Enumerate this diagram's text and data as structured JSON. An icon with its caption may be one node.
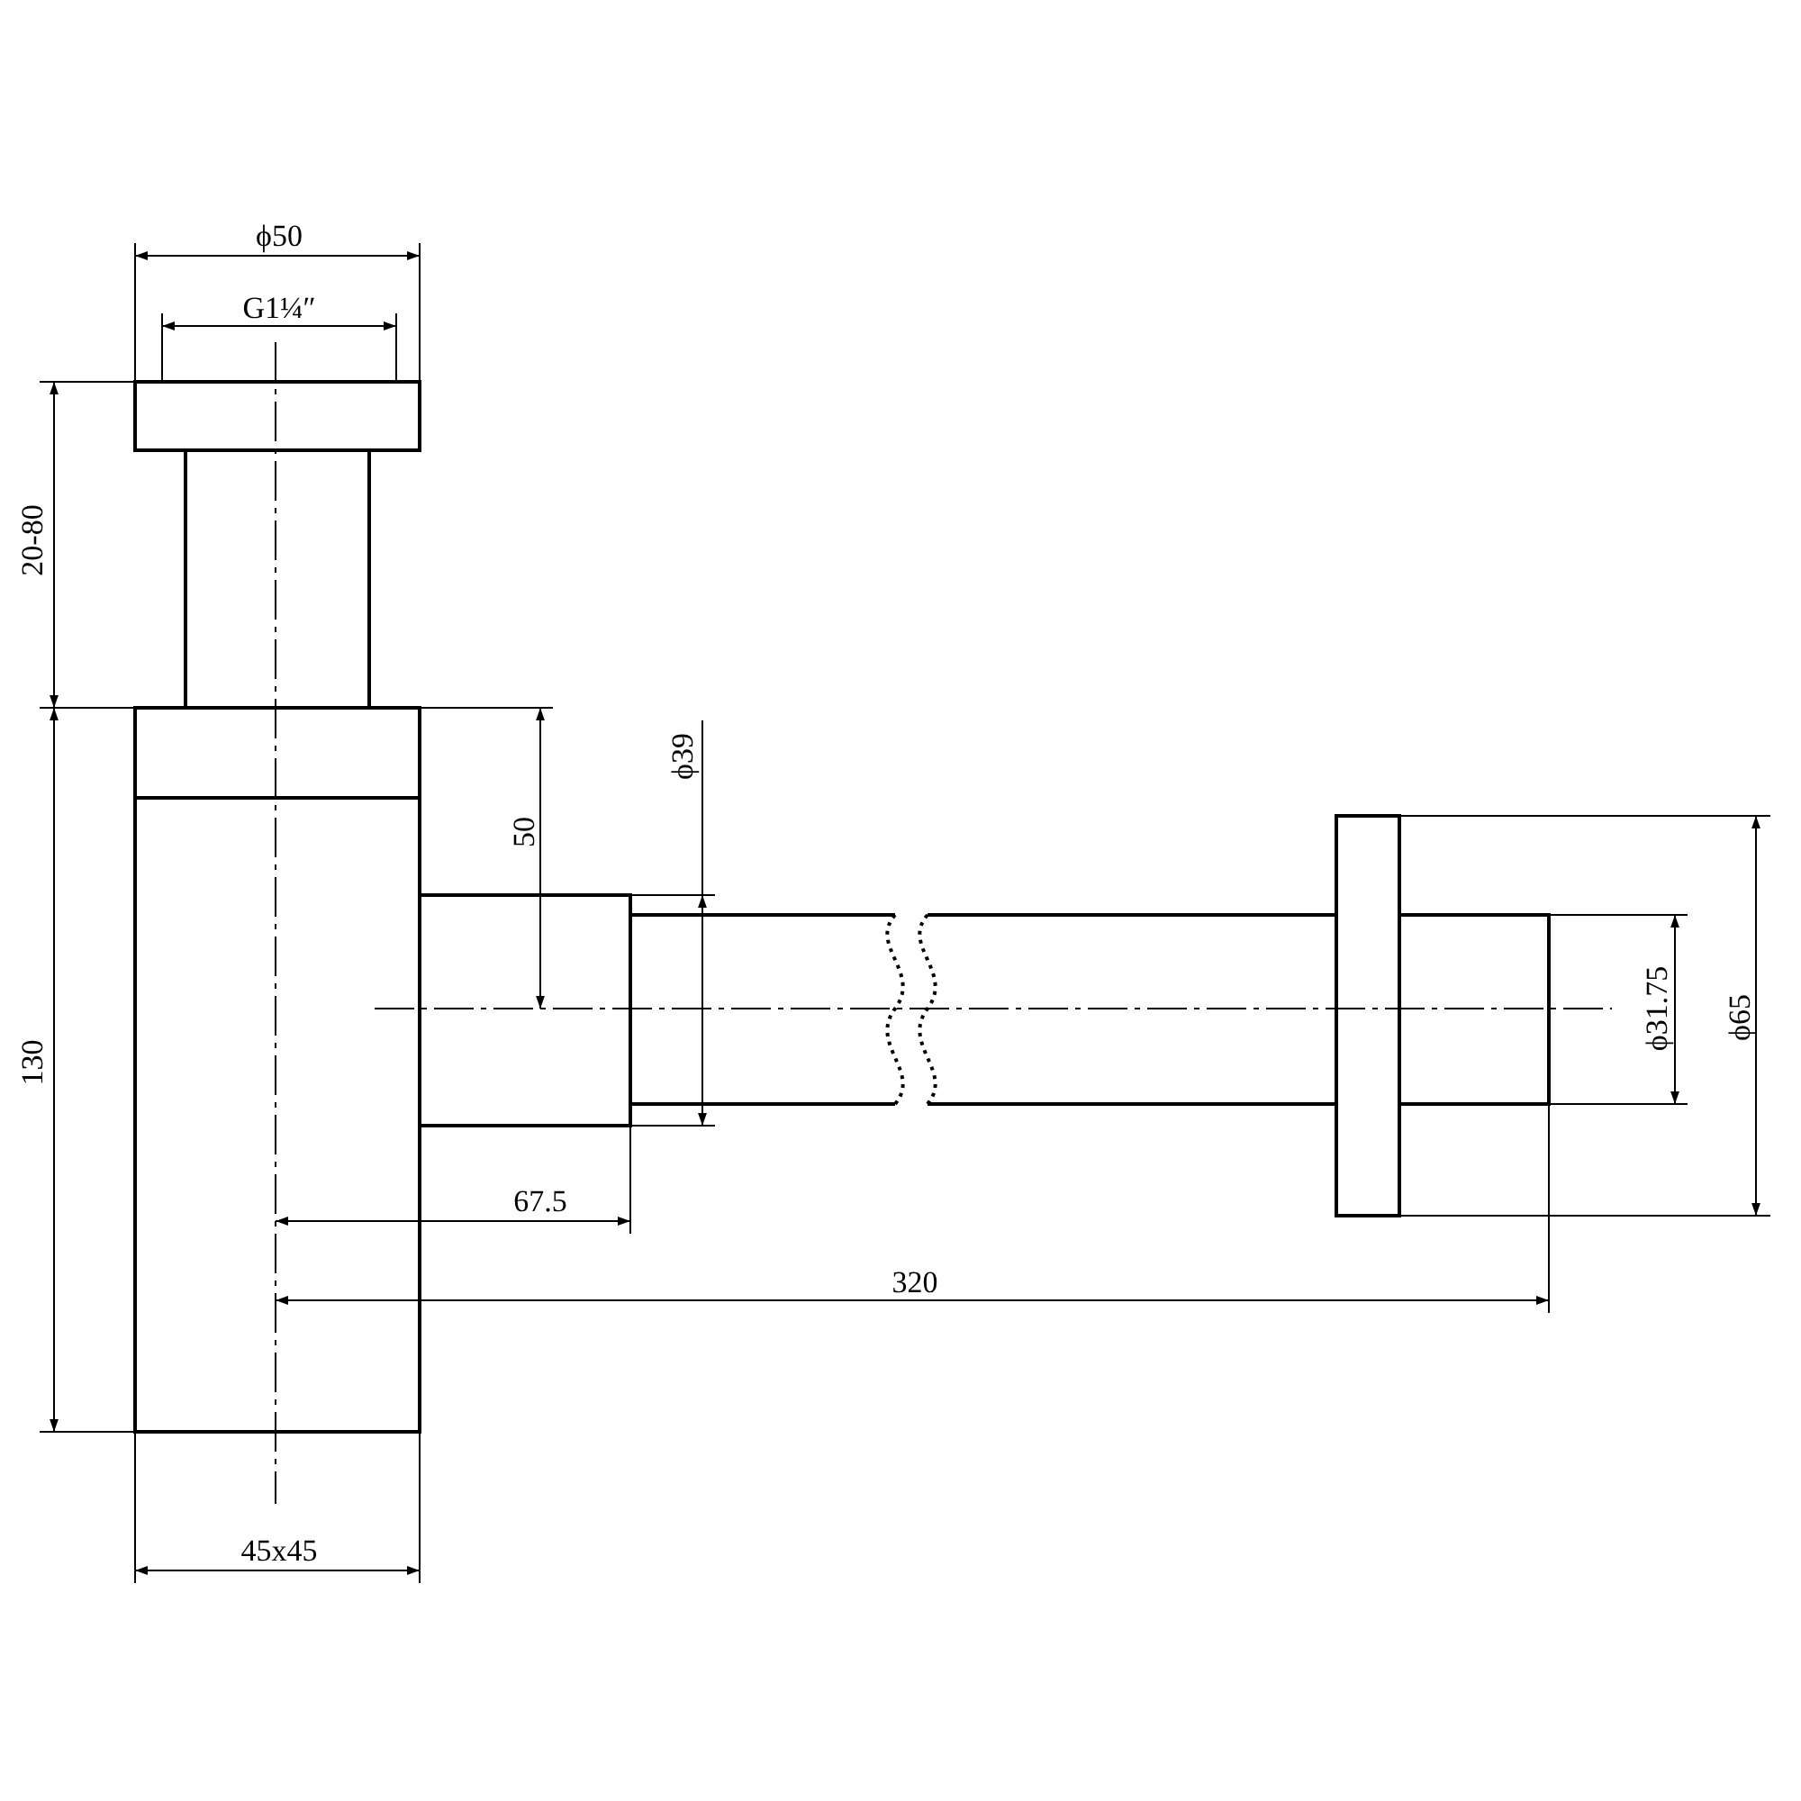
{
  "diagram": {
    "labels": [
      "ϕ50",
      "G1¼″",
      "20-80",
      "130",
      "50",
      "ϕ39",
      "67.5",
      "320",
      "ϕ31.75",
      "ϕ65",
      "45x45"
    ]
  }
}
